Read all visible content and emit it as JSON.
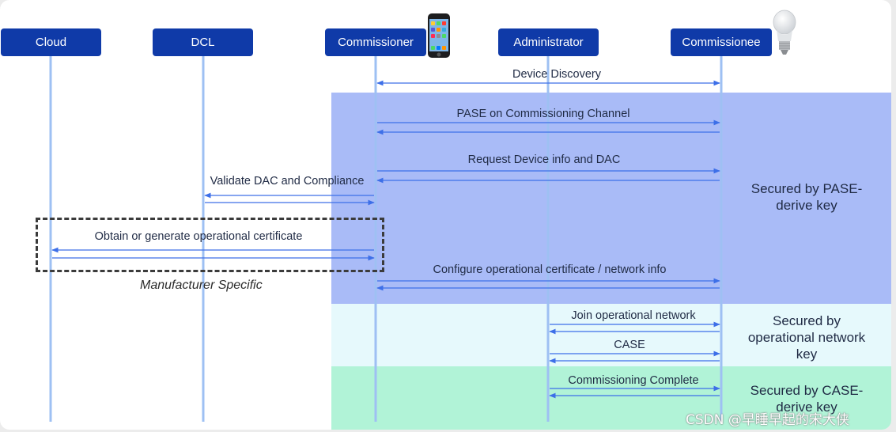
{
  "actors": [
    {
      "id": "cloud",
      "label": "Cloud"
    },
    {
      "id": "dcl",
      "label": "DCL"
    },
    {
      "id": "commissioner",
      "label": "Commissioner"
    },
    {
      "id": "administrator",
      "label": "Administrator"
    },
    {
      "id": "commissionee",
      "label": "Commissionee"
    }
  ],
  "zones": {
    "pase": {
      "label": "Secured by PASE-\nderive key",
      "color": "#a9bbf7"
    },
    "operational": {
      "label": "Secured by\noperational network\nkey",
      "color": "#e6f9fc"
    },
    "case": {
      "label": "Secured by CASE-\nderive key",
      "color": "#b1f3d7"
    }
  },
  "messages": [
    {
      "id": "device-discovery",
      "label": "Device Discovery",
      "from": "commissioner",
      "to": "commissionee",
      "style": "bidirectional"
    },
    {
      "id": "pase",
      "label": "PASE on Commissioning Channel",
      "from": "commissioner",
      "to": "commissionee",
      "style": "request-response"
    },
    {
      "id": "device-info",
      "label": "Request Device info and DAC",
      "from": "commissioner",
      "to": "commissionee",
      "style": "request-response"
    },
    {
      "id": "validate-dac",
      "label": "Validate DAC and Compliance",
      "from": "commissioner",
      "to": "dcl",
      "style": "request-response"
    },
    {
      "id": "op-cert",
      "label": "Obtain or generate operational certificate",
      "from": "commissioner",
      "to": "cloud",
      "style": "request-response"
    },
    {
      "id": "configure",
      "label": "Configure operational certificate / network info",
      "from": "commissioner",
      "to": "commissionee",
      "style": "request-response"
    },
    {
      "id": "join",
      "label": "Join operational network",
      "from": "administrator",
      "to": "commissionee",
      "style": "request-response"
    },
    {
      "id": "case",
      "label": "CASE",
      "from": "administrator",
      "to": "commissionee",
      "style": "request-response"
    },
    {
      "id": "complete",
      "label": "Commissioning Complete",
      "from": "administrator",
      "to": "commissionee",
      "style": "request-response"
    }
  ],
  "manufacturer_specific_label": "Manufacturer Specific",
  "watermark": "CSDN @早睡早起的宋大侠",
  "colors": {
    "actor_box": "#0f3aa8",
    "lifeline": "#9ec0f3",
    "arrow": "#3d6fe8"
  }
}
